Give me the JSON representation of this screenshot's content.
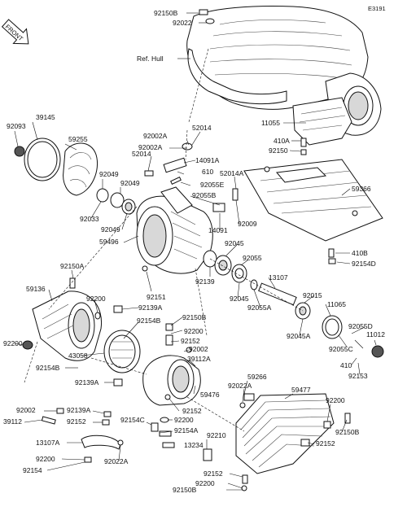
{
  "header": {
    "code": "E3191",
    "front_label": "FRONT",
    "ref_label": "Ref. Hull"
  },
  "parts": {
    "p92150B_top": "92150B",
    "p92022_top": "92022",
    "p11055": "11055",
    "p410A": "410A",
    "p92150": "92150",
    "p59366": "59366",
    "p410B": "410B",
    "p92154D": "92154D",
    "p92093": "92093",
    "p39145": "39145",
    "p59255": "59255",
    "p92049_a": "92049",
    "p92049_b": "92049",
    "p92049_c": "92049",
    "p92033": "92033",
    "p92002A_a": "92002A",
    "p92002A_b": "92002A",
    "p52014_a": "52014",
    "p52014_b": "52014",
    "p14091A": "14091A",
    "p610": "610",
    "p52014A": "52014A",
    "p92055E": "92055E",
    "p92055B": "92055B",
    "p14091": "14091",
    "p92009": "92009",
    "p59496": "59496",
    "p92045_a": "92045",
    "p92045_b": "92045",
    "p92055": "92055",
    "p92055A": "92055A",
    "p13107": "13107",
    "p92139": "92139",
    "p92151": "92151",
    "p92015": "92015",
    "p11065": "11065",
    "p92045A": "92045A",
    "p92055D": "92055D",
    "p11012": "11012",
    "p92055C": "92055C",
    "p410": "410",
    "p92153": "92153",
    "p92150A": "92150A",
    "p59136": "59136",
    "p92200_a": "92200",
    "p92139A_a": "92139A",
    "p92150B_mid": "92150B",
    "p92154B_a": "92154B",
    "p92200_b": "92200",
    "p92200_left": "92200",
    "p92152_a": "92152",
    "p92002_a": "92002",
    "p43058": "43058",
    "p39112A": "39112A",
    "p92154B_b": "92154B",
    "p92139A_b": "92139A",
    "p59476": "59476",
    "p59266": "59266",
    "p92022A_a": "92022A",
    "p59477": "59477",
    "p92152_b": "92152",
    "p92002_b": "92002",
    "p92139A_c": "92139A",
    "p39112": "39112",
    "p92152_c": "92152",
    "p92154C": "92154C",
    "p92200_c": "92200",
    "p92154A": "92154A",
    "p13107A": "13107A",
    "p13234": "13234",
    "p92200_d": "92200",
    "p92022A_b": "92022A",
    "p92154": "92154",
    "p92210": "92210",
    "p92200_e": "92200",
    "p92152_d": "92152",
    "p92150B_d": "92150B",
    "p92152_e": "92152",
    "p92200_f": "92200",
    "p92150B_bottom": "92150B"
  }
}
